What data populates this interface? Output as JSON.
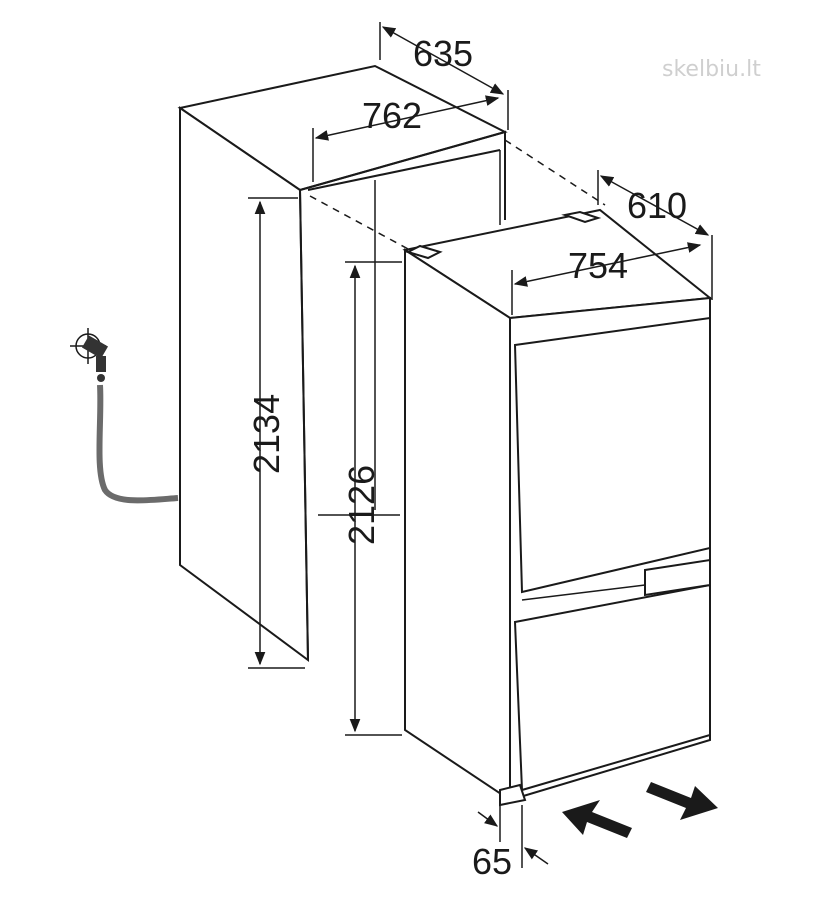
{
  "dimensions": {
    "niche_depth": "635",
    "niche_width": "762",
    "niche_height": "2134",
    "appliance_depth": "610",
    "appliance_width": "754",
    "appliance_height": "2126",
    "plinth_offset": "65"
  },
  "watermark": "skelbiu.lt",
  "colors": {
    "line": "#1a1a1a",
    "background": "#ffffff",
    "hose": "#6b6b6b",
    "watermark": "#cfcfcf"
  },
  "icons": [
    "water-tap-icon",
    "arrow-in-icon",
    "arrow-out-icon"
  ]
}
